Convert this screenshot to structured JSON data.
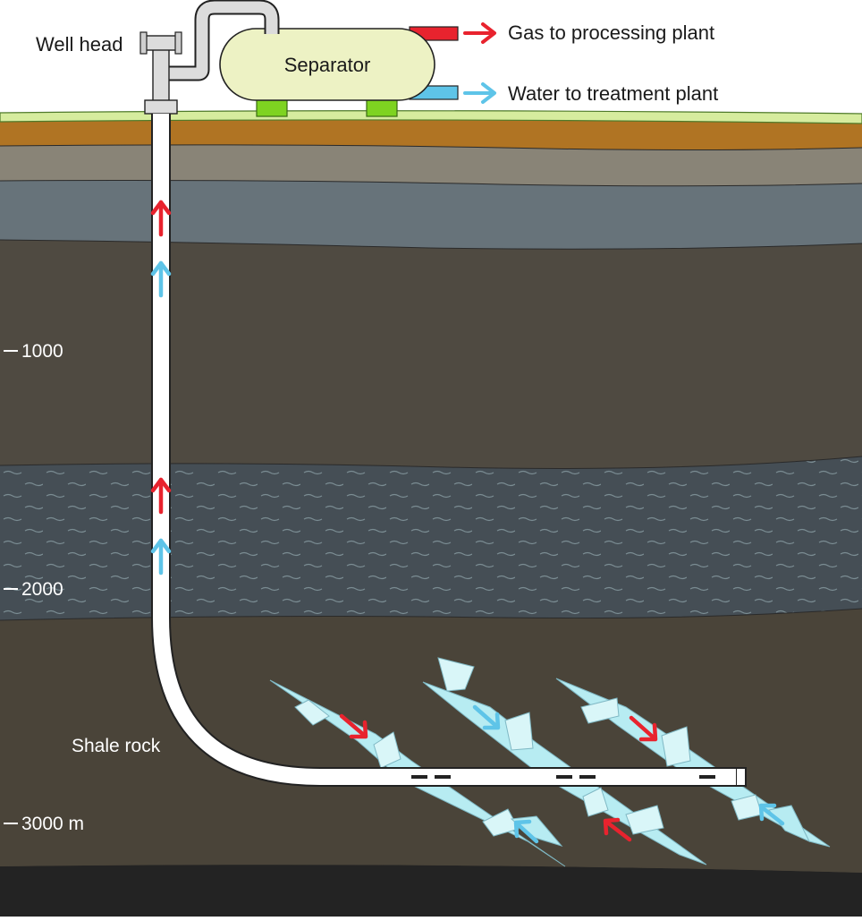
{
  "labels": {
    "well_head": "Well head",
    "separator": "Separator",
    "gas_outlet": "Gas to processing plant",
    "water_outlet": "Water to treatment plant",
    "shale_rock": "Shale rock"
  },
  "depth_scale": {
    "ticks": [
      "1000",
      "2000",
      "3000 m"
    ]
  },
  "colors": {
    "gas_flow": "#e8232e",
    "water_flow": "#5ec4e8",
    "separator_fill": "#edf2c4",
    "pipe": "#ffffff",
    "shale": "#4a4439",
    "fracture": "#b7ecf2"
  }
}
